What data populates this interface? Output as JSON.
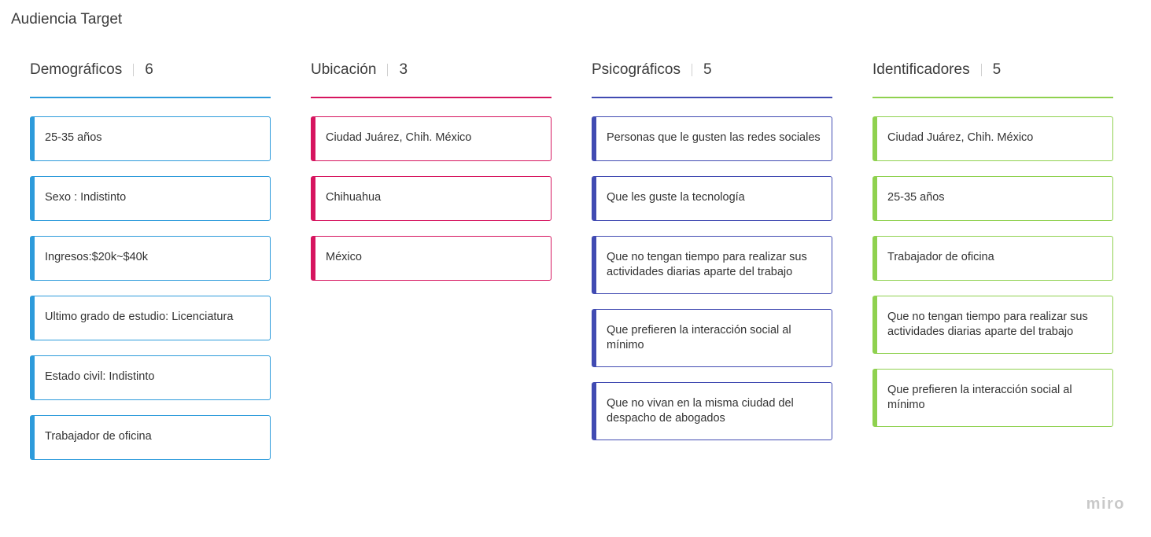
{
  "board": {
    "title": "Audiencia Target"
  },
  "columns": [
    {
      "title": "Demográficos",
      "count": "6",
      "color": "#2d9bdb",
      "cards": [
        "25-35 años",
        "Sexo : Indistinto",
        "Ingresos:$20k~$40k",
        "Ultimo grado de estudio: Licenciatura",
        "Estado civil: Indistinto",
        "Trabajador de oficina"
      ]
    },
    {
      "title": "Ubicación",
      "count": "3",
      "color": "#d6155f",
      "cards": [
        "Ciudad Juárez, Chih. México",
        "Chihuahua",
        "México"
      ]
    },
    {
      "title": "Psicográficos",
      "count": "5",
      "color": "#414bb2",
      "cards": [
        "Personas que le gusten las redes sociales",
        "Que les guste la tecnología",
        "Que no tengan tiempo para realizar sus actividades diarias aparte del trabajo",
        "Que prefieren la interacción social al mínimo",
        "Que no vivan en la misma ciudad del despacho de abogados"
      ]
    },
    {
      "title": "Identificadores",
      "count": "5",
      "color": "#8fd14f",
      "cards": [
        "Ciudad Juárez, Chih. México",
        "25-35 años",
        "Trabajador de oficina",
        "Que no tengan tiempo para realizar sus actividades diarias aparte del trabajo",
        "Que prefieren la interacción social al mínimo"
      ]
    }
  ],
  "footer": {
    "logo": "miro"
  }
}
